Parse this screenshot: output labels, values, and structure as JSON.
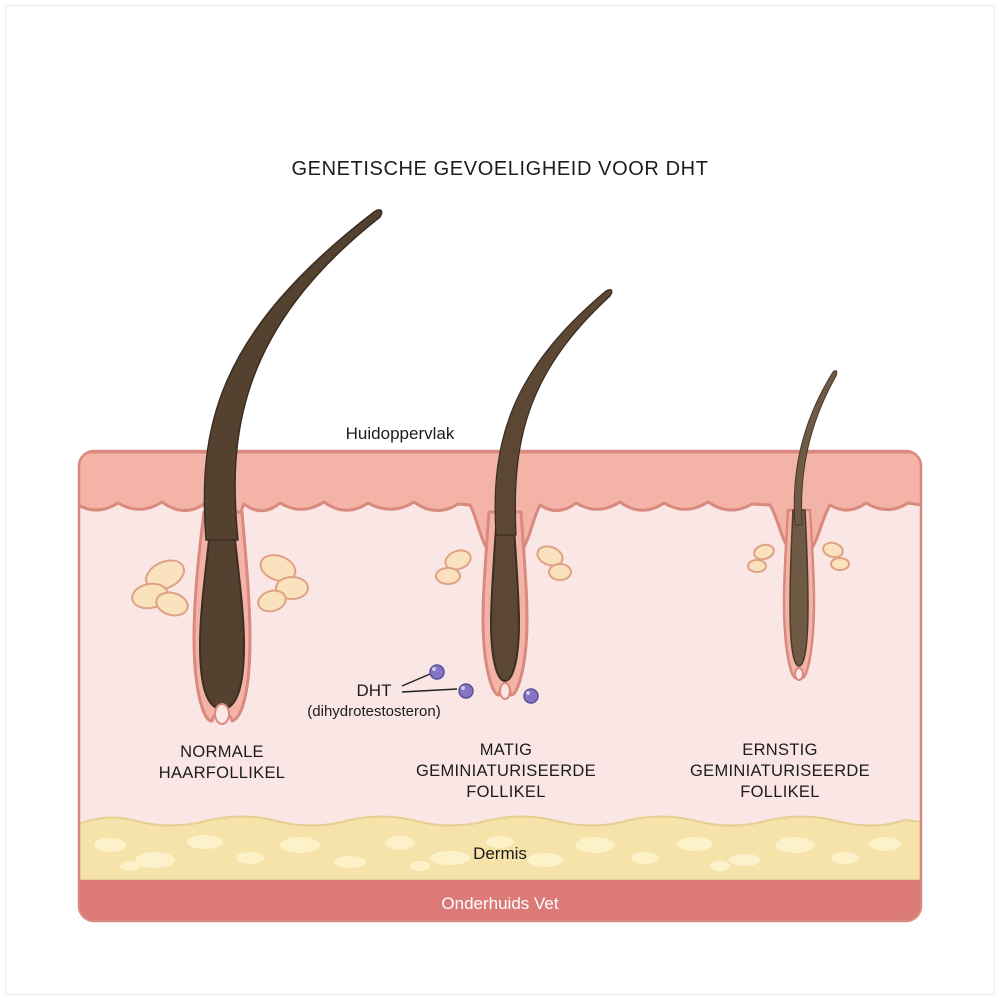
{
  "title": "GENETISCHE GEVOELIGHEID VOOR DHT",
  "diagram": {
    "skin_surface_label": "Huidoppervlak",
    "dht_label": "DHT",
    "dht_sublabel": "(dihydrotestosteron)",
    "follicles": [
      {
        "id": "normal",
        "label": "NORMALE\nHAARFOLLIKEL"
      },
      {
        "id": "moderate",
        "label": "MATIG\nGEMINIATURISEERDE\nFOLLIKEL"
      },
      {
        "id": "severe",
        "label": "ERNSTIG\nGEMINIATURISEERDE\nFOLLIKEL"
      }
    ],
    "layer_labels": {
      "dermis": "Dermis",
      "subcutaneous_fat": "Onderhuids Vet"
    }
  },
  "colors": {
    "epidermis": "#f4b3a7",
    "dermis": "#fae6e5",
    "outline": "#d9897d",
    "fat_layer": "#f5e3a9",
    "fat_blob": "#fcf1c9",
    "subcutis_band": "#db7a77",
    "hair_dark": "#54412f",
    "hair_mid": "#5c4735",
    "hair_light": "#6e5a45",
    "sebaceous_gland": "#f9e2bd",
    "papilla": "#fae6e5",
    "dht_molecule": "#8375c4",
    "text": "#1c1c1c"
  }
}
